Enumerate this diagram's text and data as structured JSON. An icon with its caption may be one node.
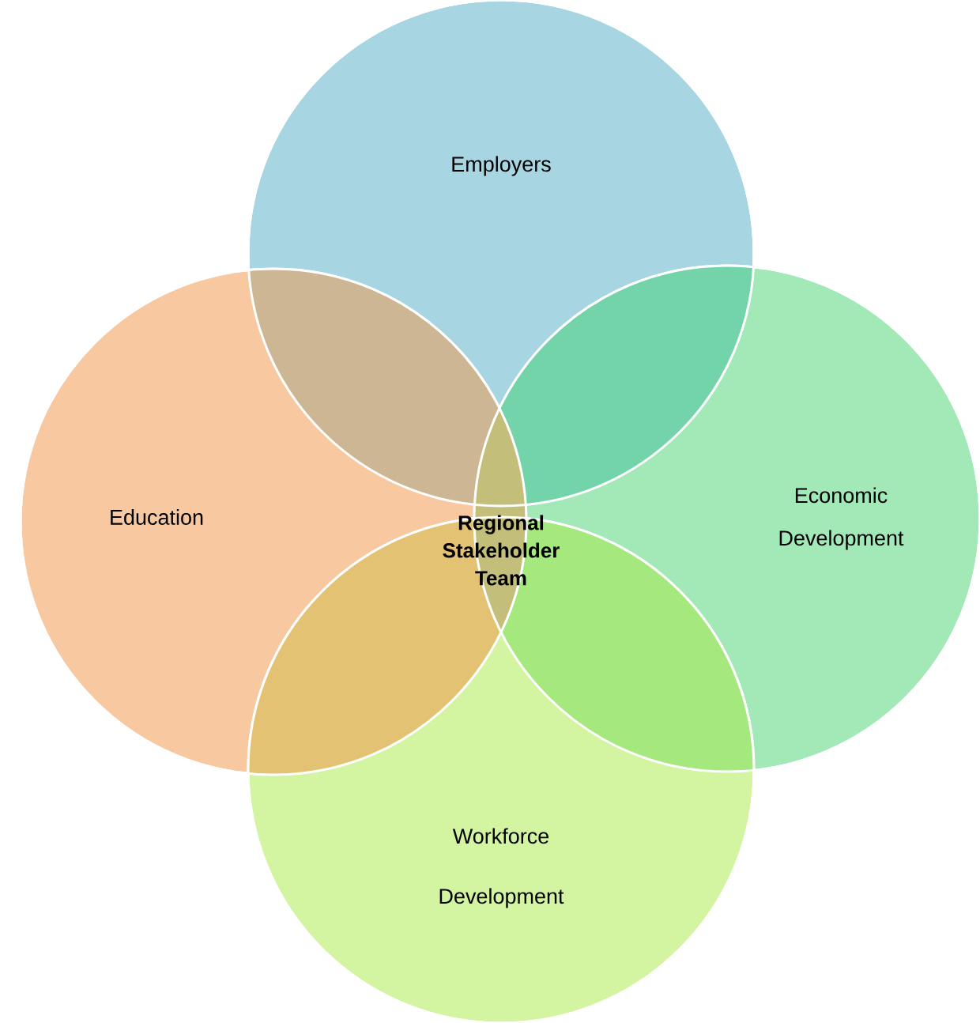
{
  "diagram": {
    "nodes": [
      {
        "text": [
          "Employers"
        ]
      },
      {
        "text": [
          "Education"
        ]
      },
      {
        "text": [
          "Economic Development"
        ]
      },
      {
        "text": [
          "Workforce Development"
        ]
      }
    ],
    "labels": [
      "Regional Stakeholder Team"
    ]
  }
}
